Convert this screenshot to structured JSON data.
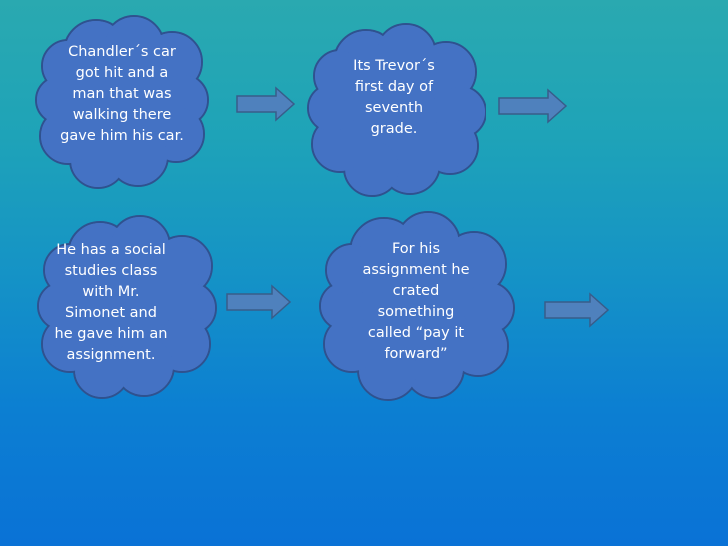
{
  "colors": {
    "cloud_fill": "#4472c4",
    "cloud_stroke": "#2f528f",
    "arrow_fill": "#4f81bd",
    "arrow_stroke": "#385d8a",
    "text": "#ffffff"
  },
  "diagram": {
    "clouds": [
      {
        "text": "Chandler´s car\ngot hit  and a\nman that was\nwalking there\ngave him his car."
      },
      {
        "text": "Its Trevor´s\nfirst day of\nseventh\ngrade."
      },
      {
        "text": "He has a social\nstudies class\nwith Mr.\nSimonet and\nhe gave him an\nassignment."
      },
      {
        "text": "For his\nassignment he\ncrated\nsomething\ncalled “pay it\nforward”"
      }
    ]
  }
}
